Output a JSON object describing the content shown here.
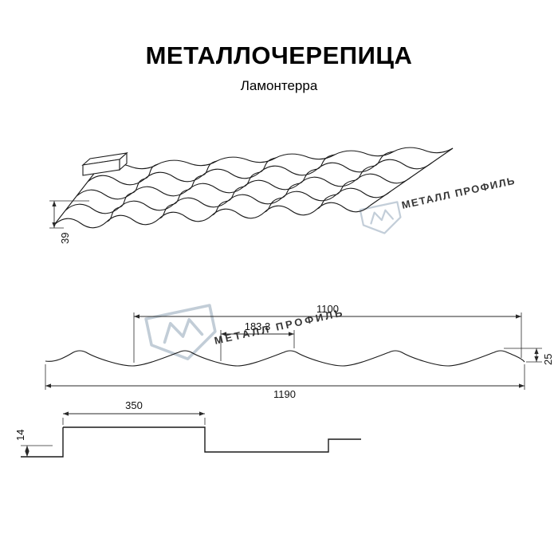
{
  "header": {
    "title": "МЕТАЛЛОЧЕРЕПИЦА",
    "subtitle": "Ламонтерра"
  },
  "watermark": {
    "text": "МЕТАЛЛ ПРОФИЛЬ",
    "color": "#b7c4d0"
  },
  "colors": {
    "line": "#1a1a1a",
    "background": "#ffffff"
  },
  "perspective_view": {
    "dim_step_height": "39"
  },
  "profile_view": {
    "dim_cover_width": "1100",
    "dim_module": "183.3",
    "dim_profile_height": "25",
    "dim_full_width": "1190"
  },
  "step_view": {
    "dim_step_length": "350",
    "dim_step_height": "14"
  }
}
